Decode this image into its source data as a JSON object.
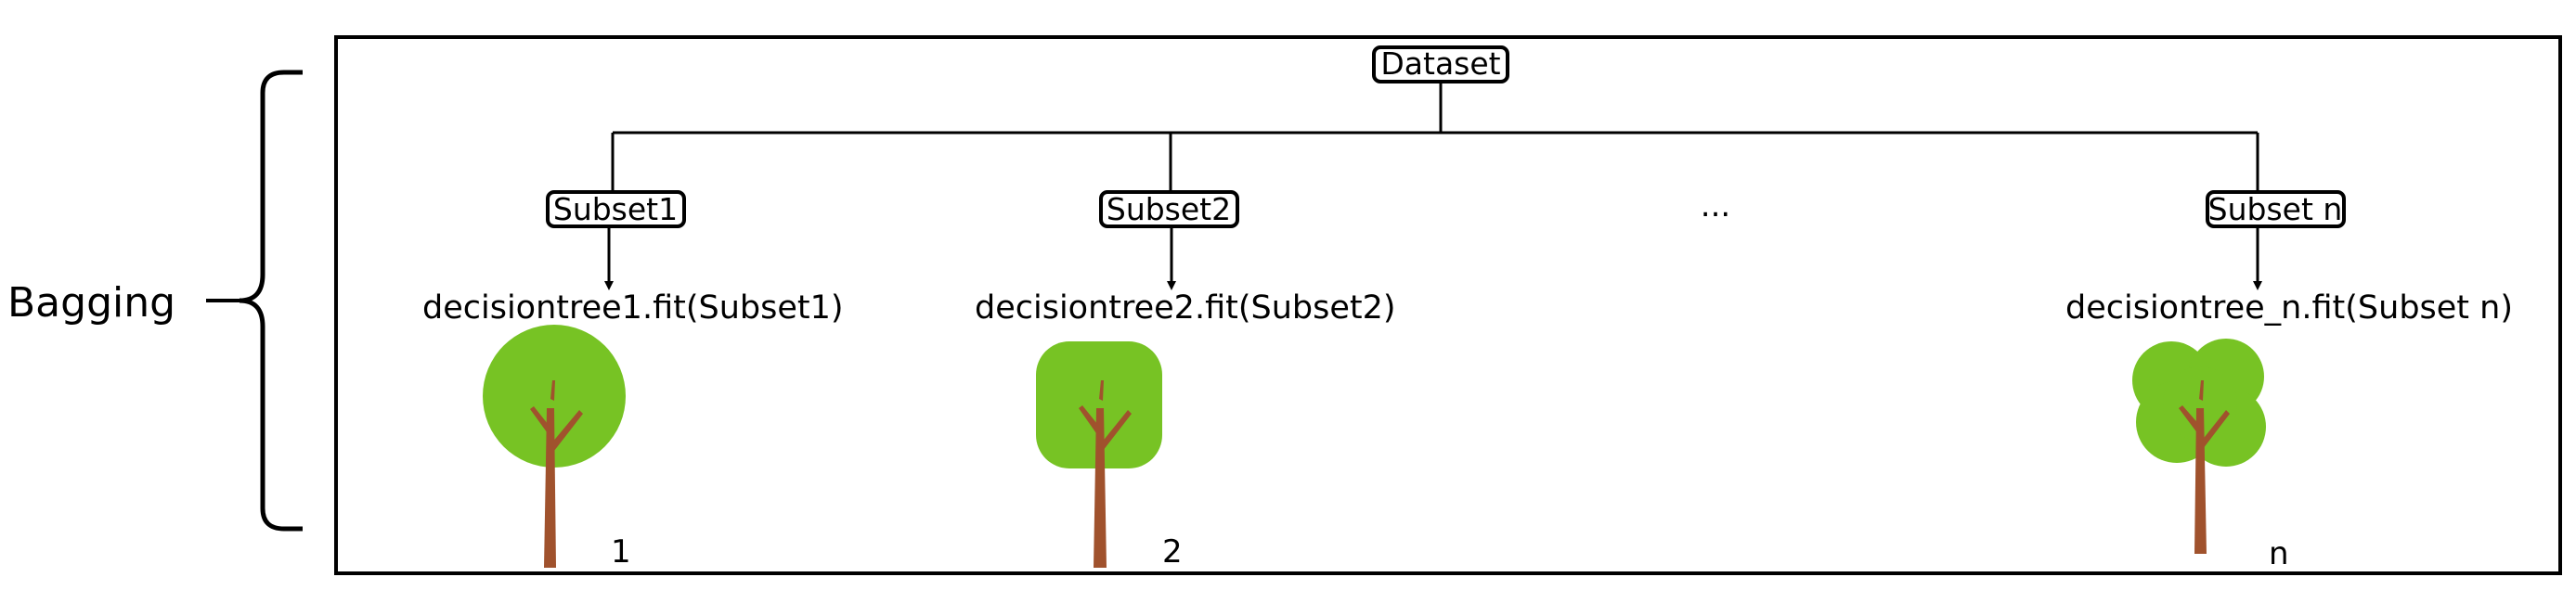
{
  "side_label": "Bagging",
  "root": {
    "label": "Dataset"
  },
  "ellipsis": "...",
  "branches": [
    {
      "subset": "Subset1",
      "fit": "decisiontree1.fit(Subset1)",
      "index": "1"
    },
    {
      "subset": "Subset2",
      "fit": "decisiontree2.fit(Subset2)",
      "index": "2"
    },
    {
      "subset": "Subset n",
      "fit": "decisiontree_n.fit(Subset n)",
      "index": "n"
    }
  ],
  "colors": {
    "line": "#000000",
    "foliage": "#77c324",
    "trunk": "#a0522d"
  }
}
